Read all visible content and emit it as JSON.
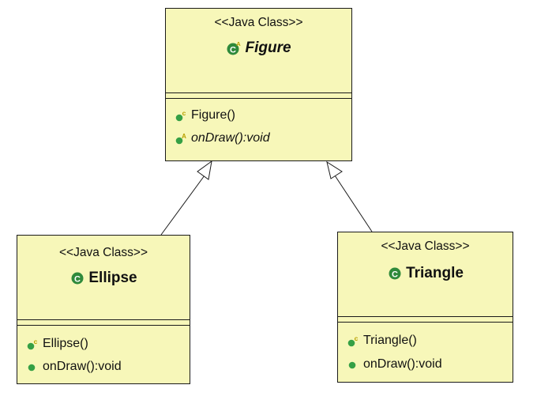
{
  "colors": {
    "class_fill": "#f7f7b9",
    "border": "#1a1a1a",
    "class_icon": "#2f8a3b",
    "method_icon": "#35a045",
    "modifier": "#b7a000"
  },
  "classes": {
    "figure": {
      "stereotype": "<<Java Class>>",
      "name": "Figure",
      "abstract": true,
      "members": [
        {
          "text": "Figure()",
          "icon": "constructor-icon",
          "italic": false
        },
        {
          "text": "onDraw():void",
          "icon": "abstract-method-icon",
          "italic": true
        }
      ]
    },
    "ellipse": {
      "stereotype": "<<Java Class>>",
      "name": "Ellipse",
      "abstract": false,
      "members": [
        {
          "text": "Ellipse()",
          "icon": "constructor-icon",
          "italic": false
        },
        {
          "text": "onDraw():void",
          "icon": "public-method-icon",
          "italic": false
        }
      ]
    },
    "triangle": {
      "stereotype": "<<Java Class>>",
      "name": "Triangle",
      "abstract": false,
      "members": [
        {
          "text": "Triangle()",
          "icon": "constructor-icon",
          "italic": false
        },
        {
          "text": "onDraw():void",
          "icon": "public-method-icon",
          "italic": false
        }
      ]
    }
  },
  "relations": [
    {
      "from": "Ellipse",
      "to": "Figure",
      "type": "generalization"
    },
    {
      "from": "Triangle",
      "to": "Figure",
      "type": "generalization"
    }
  ]
}
